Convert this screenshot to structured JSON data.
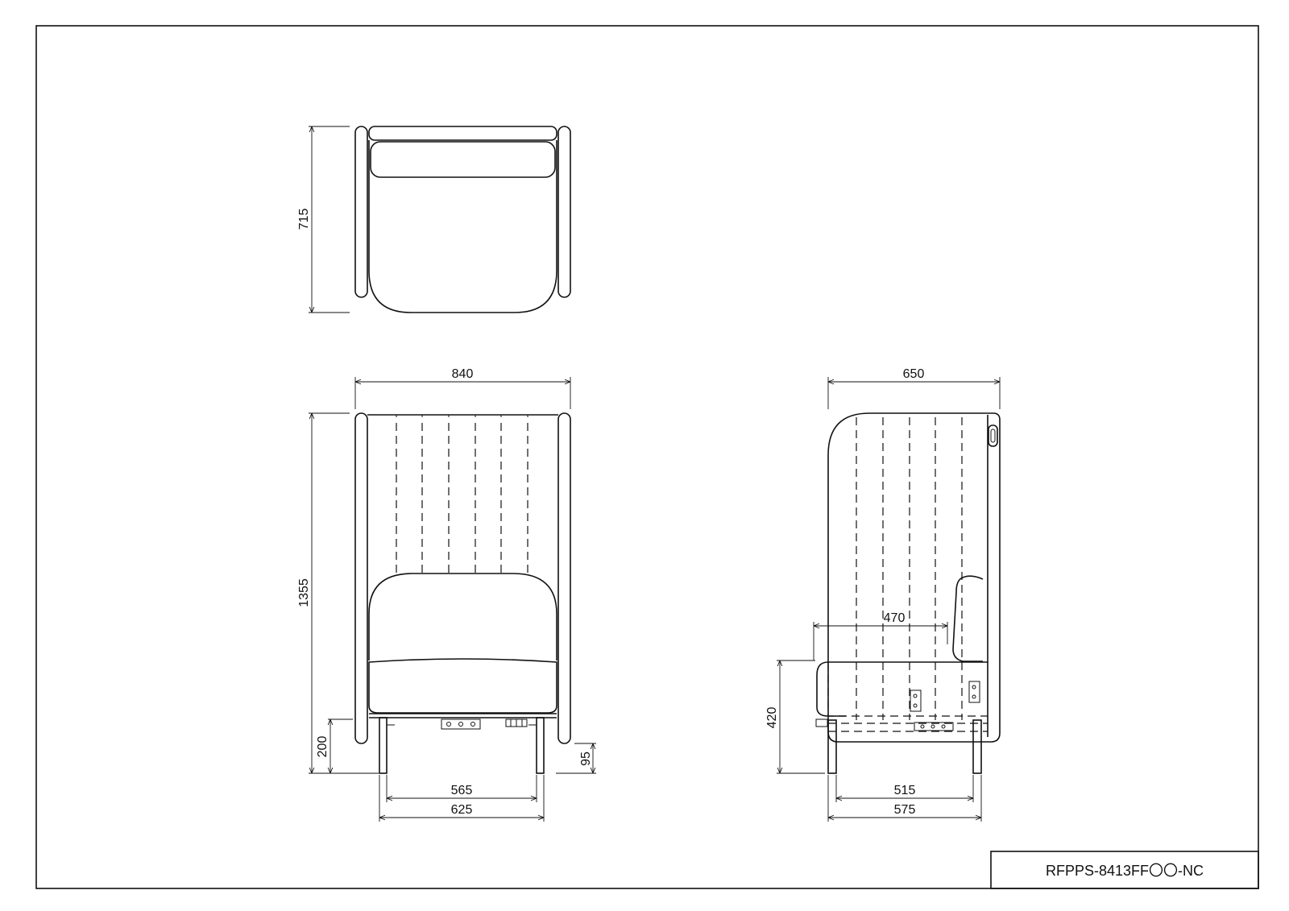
{
  "drawing": {
    "model_code": "RFPPS-8413FF〇〇-NC"
  },
  "dimensions": {
    "top_depth": "715",
    "front_width": "840",
    "front_height": "1355",
    "front_leg_height": "200",
    "front_foot_height": "95",
    "front_leg_span_inner": "565",
    "front_leg_span_outer": "625",
    "side_depth": "650",
    "side_seat_depth": "470",
    "side_seat_height": "420",
    "side_leg_span_inner": "515",
    "side_leg_span_outer": "575"
  }
}
